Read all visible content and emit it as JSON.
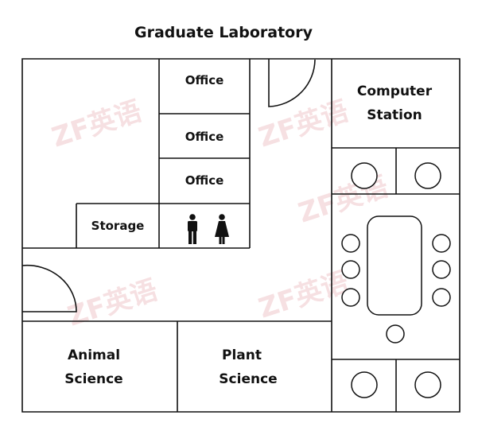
{
  "title": "Graduate Laboratory",
  "rooms": {
    "office_1": "Office",
    "office_2": "Office",
    "office_3": "Office",
    "storage": "Storage",
    "computer_station": [
      "Computer",
      "Station"
    ],
    "animal_science": [
      "Animal",
      "Science"
    ],
    "plant_science": [
      "Plant",
      "Science"
    ]
  },
  "icons": {
    "restroom_male": "male-toilet-icon",
    "restroom_female": "female-toilet-icon"
  },
  "watermark": "ZF英语",
  "colors": {
    "line": "#111111",
    "watermark": "#e7a8ad"
  }
}
